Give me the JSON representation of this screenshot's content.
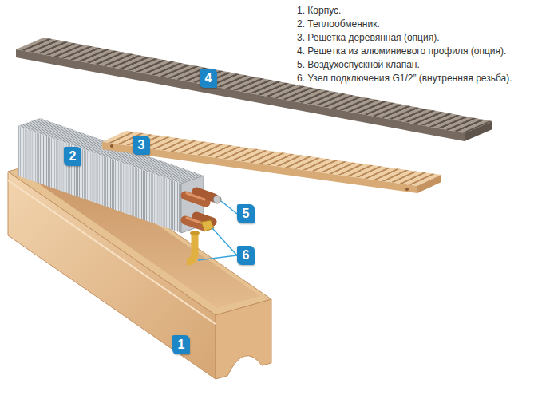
{
  "diagram": {
    "nodes": [
      {
        "text": [
          "4"
        ]
      },
      {
        "text": [
          "2"
        ]
      },
      {
        "text": [
          "3"
        ]
      },
      {
        "text": [
          "5"
        ]
      },
      {
        "text": [
          "6"
        ]
      },
      {
        "text": [
          "1"
        ]
      }
    ],
    "labels": [
      "1. Корпус.",
      "2. Теплообменник.",
      "3. Решетка деревянная (опция).",
      "4. Решетка из алюминиевого профиля (опция).",
      "5. Воздухоспускной клапан.",
      "6. Узел подключения G1/2” (внутренняя резьба)."
    ]
  }
}
